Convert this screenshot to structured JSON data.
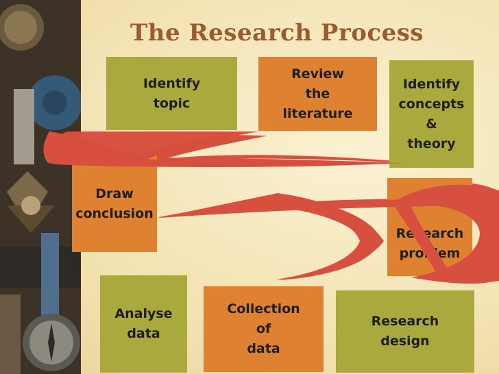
{
  "title": "The Research Process",
  "colors": {
    "olive": "#a9a93e",
    "orange": "#de8131",
    "arrow": "#d64f3f",
    "title": "#9a5c2e"
  },
  "steps": [
    {
      "label": "Identify\ntopic"
    },
    {
      "label": "Review\nthe\nliterature"
    },
    {
      "label": "Identify\nconcepts\n&\ntheory"
    },
    {
      "label": "Draw\nconclusion"
    },
    {
      "label": "Research\nproblem"
    },
    {
      "label": "Analyse\ndata"
    },
    {
      "label": "Collection\nof\ndata"
    },
    {
      "label": "Research\ndesign"
    }
  ]
}
